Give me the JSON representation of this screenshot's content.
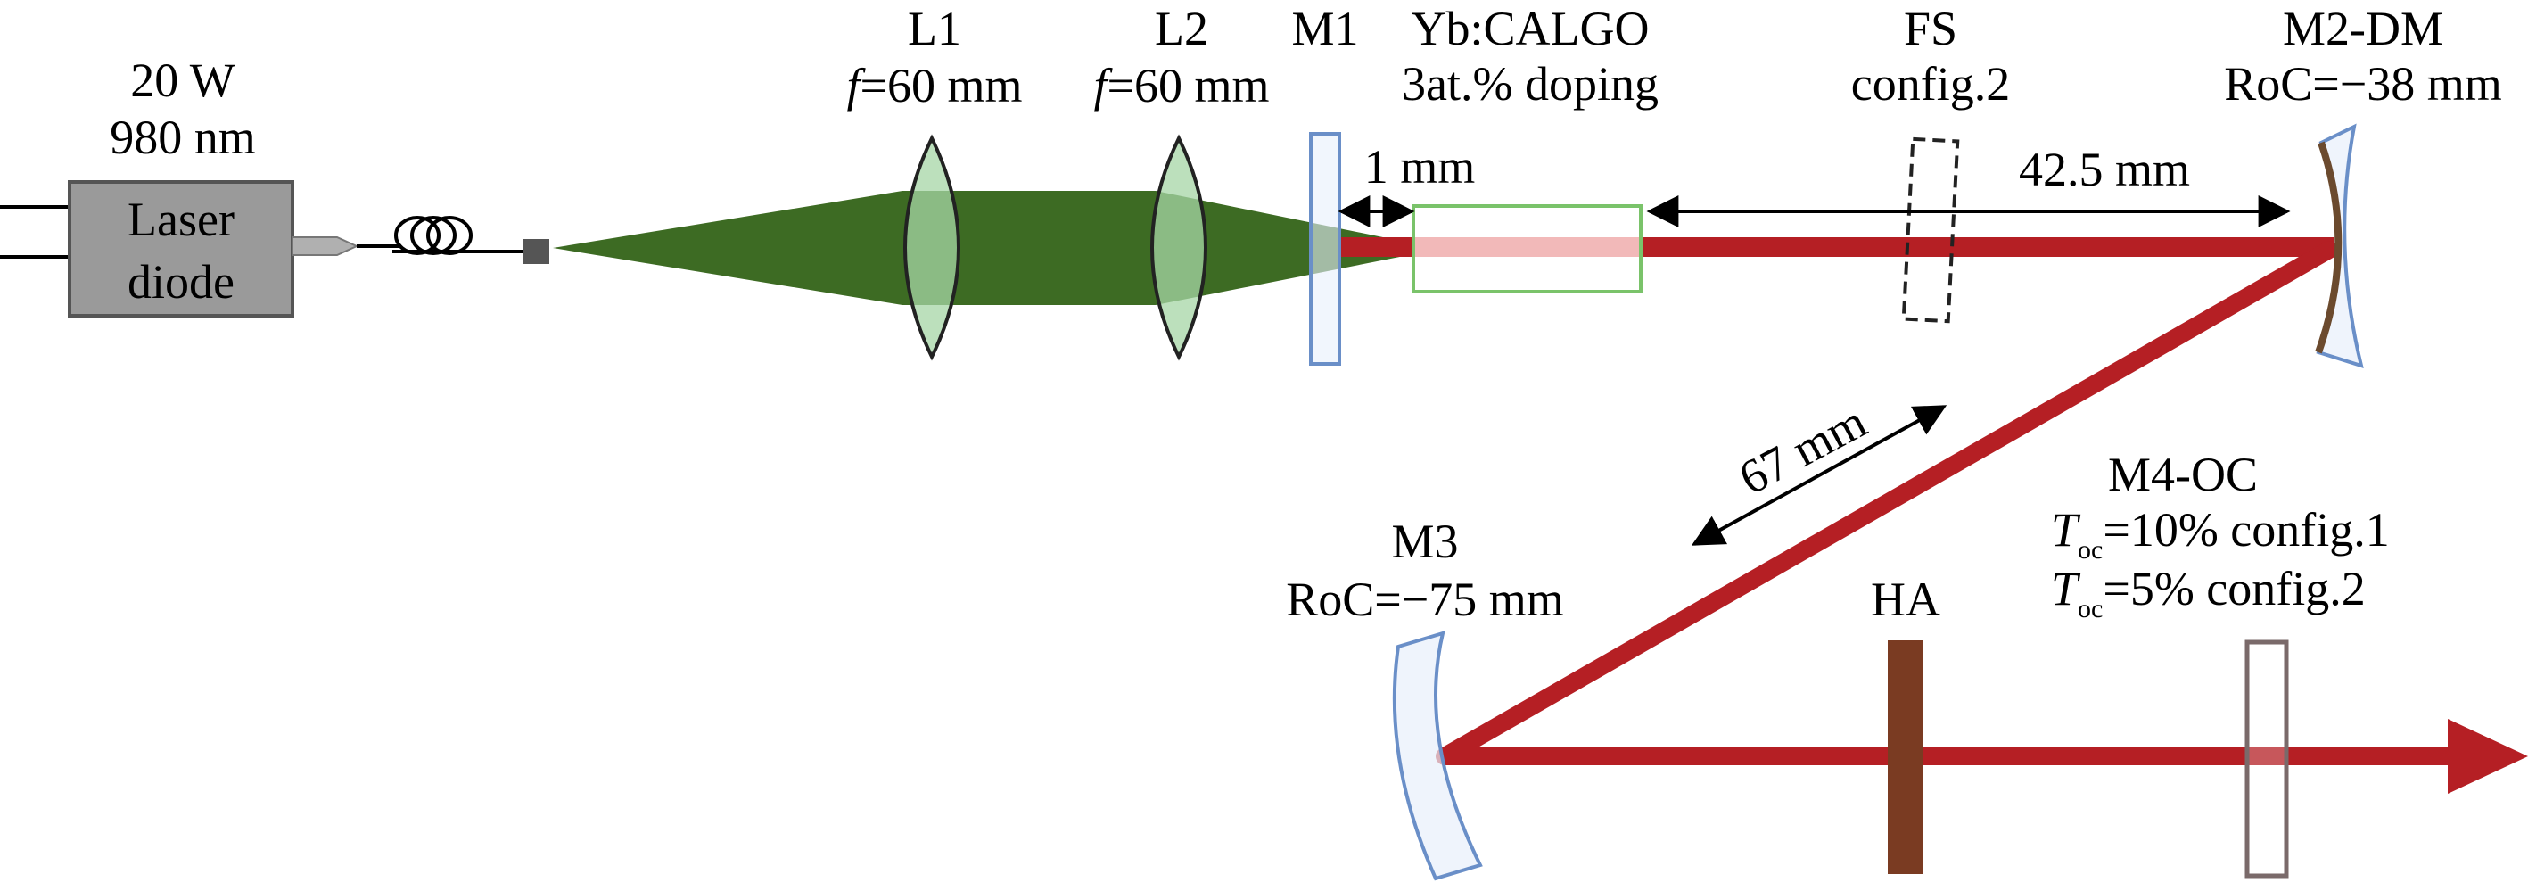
{
  "source": {
    "power": "20 W",
    "wavelength": "980 nm",
    "line1": "Laser",
    "line2": "diode"
  },
  "lens1": {
    "name": "L1",
    "focal_symbol": "f",
    "focal_value": "=60 mm"
  },
  "lens2": {
    "name": "L2",
    "focal_symbol": "f",
    "focal_value": "=60 mm"
  },
  "mirror1": {
    "name": "M1"
  },
  "crystal": {
    "name": "Yb:CALGO",
    "doping": "3at.% doping"
  },
  "fs": {
    "name": "FS",
    "config": "config.2"
  },
  "mirror2": {
    "name": "M2-DM",
    "roc": "RoC=−38 mm"
  },
  "distances": {
    "gap": "1 mm",
    "arm": "42.5 mm",
    "diag": "67 mm"
  },
  "mirror3": {
    "name": "M3",
    "roc": "RoC=−75 mm"
  },
  "ha": {
    "name": "HA"
  },
  "mirror4": {
    "name": "M4-OC",
    "t_symbol": "T",
    "t_sub": "oc",
    "config1": "=10% config.1",
    "config2": "=5% config.2"
  },
  "colors": {
    "pump": "#3d6b23",
    "laser": "#b51f24",
    "laser_pale": "#f2b9b9",
    "lens_fill": "#a6d6a6",
    "mirror_edge": "#6a8fc8",
    "mirror_fill": "#e8f0fb",
    "crystal_edge": "#7ac36a",
    "diode_box": "#9a9a9a",
    "ha_fill": "#7a3b22",
    "dm_coating": "#6b4a2e"
  }
}
